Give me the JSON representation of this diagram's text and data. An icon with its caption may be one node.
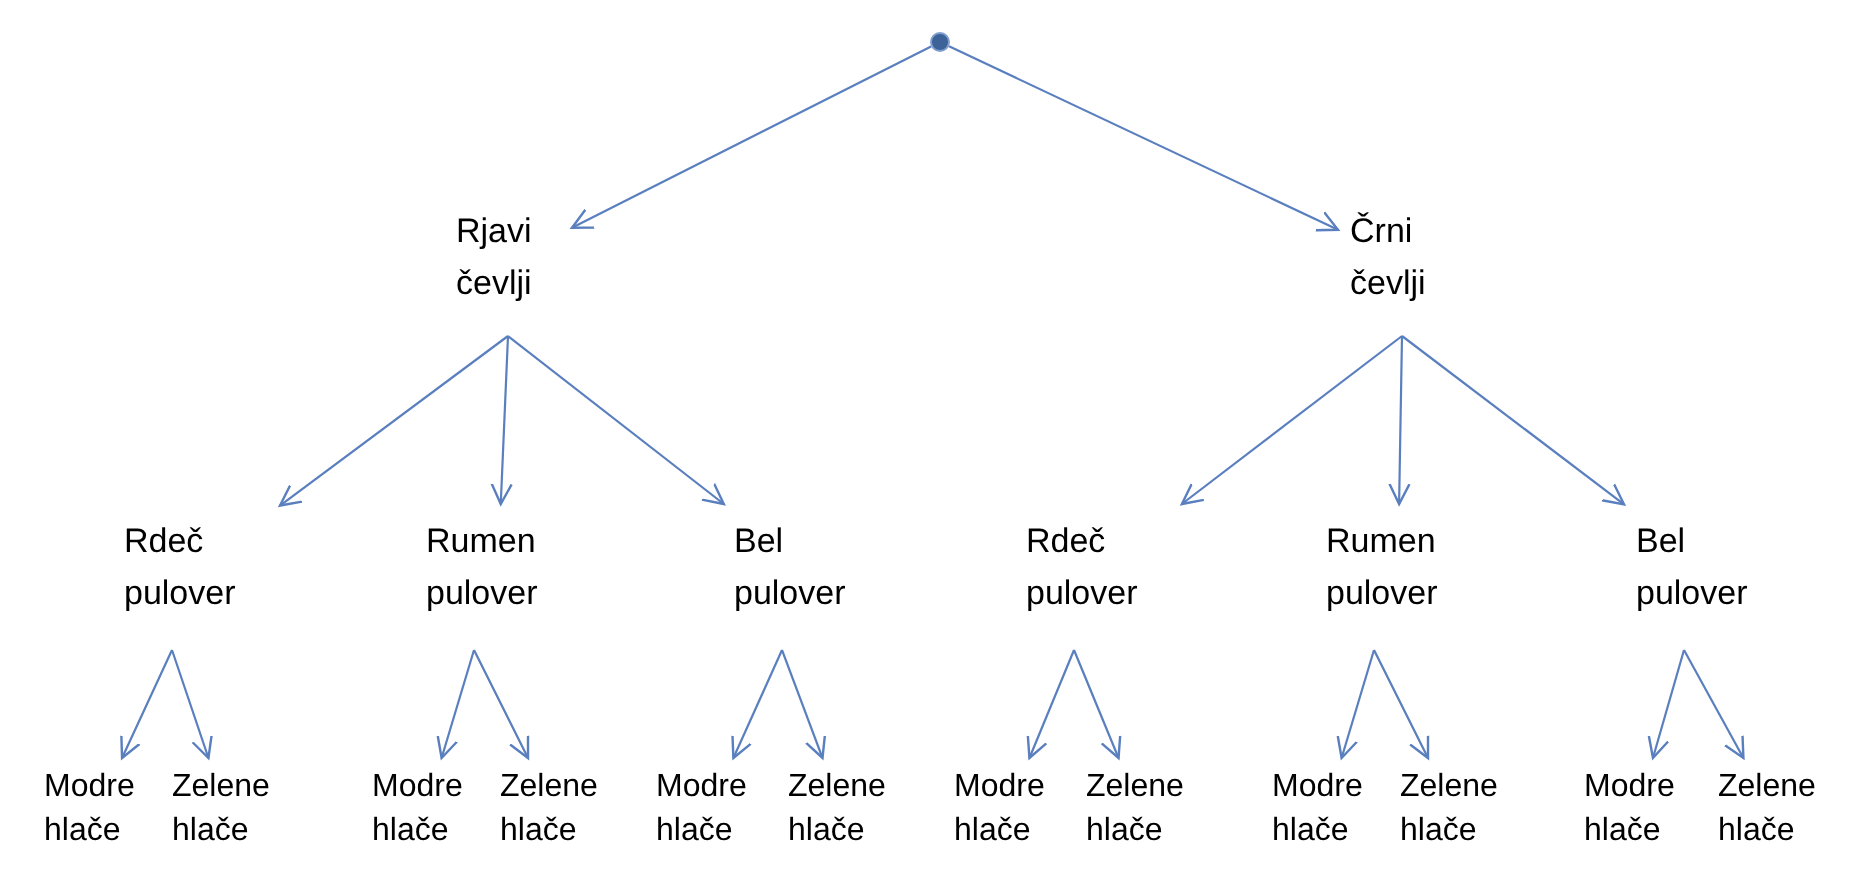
{
  "diagram": {
    "nodes": [
      {
        "text": [],
        "shape": "circle"
      },
      {
        "text": [
          "Rjavi čevlji"
        ]
      },
      {
        "text": [
          "Črni čevlji"
        ]
      },
      {
        "text": [
          "Rdeč pulover"
        ]
      },
      {
        "text": [
          "Rumen pulover"
        ]
      },
      {
        "text": [
          "Bel pulover"
        ]
      },
      {
        "text": [
          "Rdeč pulover"
        ]
      },
      {
        "text": [
          "Rumen pulover"
        ]
      },
      {
        "text": [
          "Bel pulover"
        ]
      },
      {
        "text": [
          "Modre hlače"
        ]
      },
      {
        "text": [
          "Zelene hlače"
        ]
      },
      {
        "text": [
          "Modre hlače"
        ]
      },
      {
        "text": [
          "Zelene hlače"
        ]
      },
      {
        "text": [
          "Modre hlače"
        ]
      },
      {
        "text": [
          "Zelene hlače"
        ]
      },
      {
        "text": [
          "Modre hlače"
        ]
      },
      {
        "text": [
          "Zelene hlače"
        ]
      },
      {
        "text": [
          "Modre hlače"
        ]
      },
      {
        "text": [
          "Zelene hlače"
        ]
      },
      {
        "text": [
          "Modre hlače"
        ]
      },
      {
        "text": [
          "Zelene hlače"
        ]
      }
    ],
    "edges": [
      {
        "from": 0,
        "to": 1,
        "arrow": "to"
      },
      {
        "from": 0,
        "to": 2,
        "arrow": "to"
      },
      {
        "from": 1,
        "to": 3,
        "arrow": "to"
      },
      {
        "from": 1,
        "to": 4,
        "arrow": "to"
      },
      {
        "from": 1,
        "to": 5,
        "arrow": "to"
      },
      {
        "from": 2,
        "to": 6,
        "arrow": "to"
      },
      {
        "from": 2,
        "to": 7,
        "arrow": "to"
      },
      {
        "from": 2,
        "to": 8,
        "arrow": "to"
      },
      {
        "from": 3,
        "to": 9,
        "arrow": "to"
      },
      {
        "from": 3,
        "to": 10,
        "arrow": "to"
      },
      {
        "from": 4,
        "to": 11,
        "arrow": "to"
      },
      {
        "from": 4,
        "to": 12,
        "arrow": "to"
      },
      {
        "from": 5,
        "to": 13,
        "arrow": "to"
      },
      {
        "from": 5,
        "to": 14,
        "arrow": "to"
      },
      {
        "from": 6,
        "to": 15,
        "arrow": "to"
      },
      {
        "from": 6,
        "to": 16,
        "arrow": "to"
      },
      {
        "from": 7,
        "to": 17,
        "arrow": "to"
      },
      {
        "from": 7,
        "to": 18,
        "arrow": "to"
      },
      {
        "from": 8,
        "to": 19,
        "arrow": "to"
      },
      {
        "from": 8,
        "to": 20,
        "arrow": "to"
      }
    ]
  }
}
